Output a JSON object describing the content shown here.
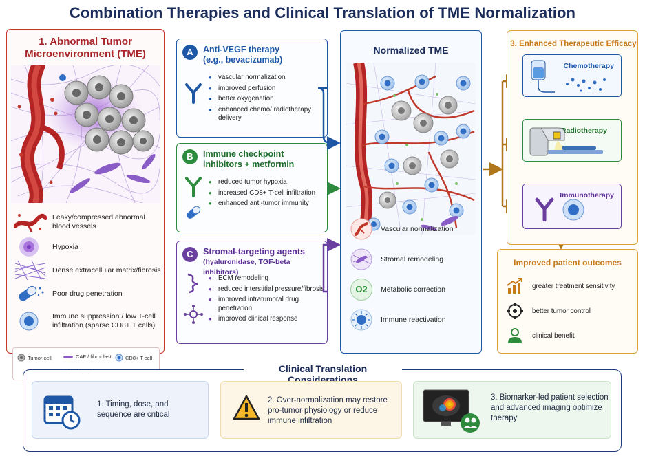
{
  "title": "Combination Therapies and Clinical Translation of TME Normalization",
  "panel1": {
    "title": "1. Abnormal Tumor Microenvironment (TME)",
    "legend": [
      {
        "icon": "leaky-vessel-icon",
        "text": "Leaky/compressed abnormal blood vessels"
      },
      {
        "icon": "hypoxia-icon",
        "text": "Hypoxia"
      },
      {
        "icon": "ecm-fibrosis-icon",
        "text": "Dense extracellular matrix/fibrosis"
      },
      {
        "icon": "capsule-icon",
        "text": "Poor drug penetration"
      },
      {
        "icon": "t-cell-icon",
        "text": "Immune suppression / low T-cell infiltration (sparse CD8+ T cells)"
      }
    ],
    "mini_legend": {
      "tumor_cell": "Tumor cell",
      "caf": "CAF / fibroblast",
      "cd8": "CD8+ T cell",
      "vessel": "Blood vessel"
    }
  },
  "therapies": [
    {
      "badge": "A",
      "title": "Anti-VEGF therapy",
      "subtitle": "(e.g., bevacizumab)",
      "bullets": [
        "vascular normalization",
        "improved perfusion",
        "better oxygenation",
        "enhanced chemo/ radiotherapy delivery"
      ]
    },
    {
      "badge": "B",
      "title": "Immune checkpoint inhibitors + metformin",
      "subtitle": "",
      "bullets": [
        "reduced tumor hypoxia",
        "increased CD8+ T-cell infiltration",
        "enhanced anti-tumor immunity"
      ]
    },
    {
      "badge": "C",
      "title": "Stromal-targeting agents",
      "subtitle": "(hyaluronidase, TGF-beta inhibitors)",
      "bullets": [
        "ECM remodeling",
        "reduced interstitial pressure/fibrosis",
        "improved intratumoral drug penetration",
        "improved clinical response"
      ]
    }
  ],
  "normalized": {
    "title": "Normalized TME",
    "features": [
      "Vascular normalization",
      "Stromal remodeling",
      "Metabolic correction",
      "Immune reactivation"
    ],
    "o2_label": "O2"
  },
  "efficacy": {
    "title": "3. Enhanced Therapeutic Efficacy",
    "items": [
      "Chemotherapy",
      "Radiotherapy",
      "Immunotherapy"
    ]
  },
  "outcomes": {
    "title": "Improved patient outcomes",
    "items": [
      "greater treatment sensitivity",
      "better tumor control",
      "clinical benefit"
    ]
  },
  "clinical": {
    "title": "Clinical Translation Considerations",
    "items": [
      "1. Timing, dose, and sequence are critical",
      "2. Over-normalization may restore pro-tumor physiology or reduce immune infiltration",
      "3. Biomarker-led patient selection and advanced imaging optimize therapy"
    ]
  },
  "colors": {
    "red": "#c0392b",
    "blue": "#1e57a6",
    "green": "#2e8b3d",
    "purple": "#6b3fa0",
    "orange": "#e0a13a",
    "navy": "#1b2c5a"
  }
}
